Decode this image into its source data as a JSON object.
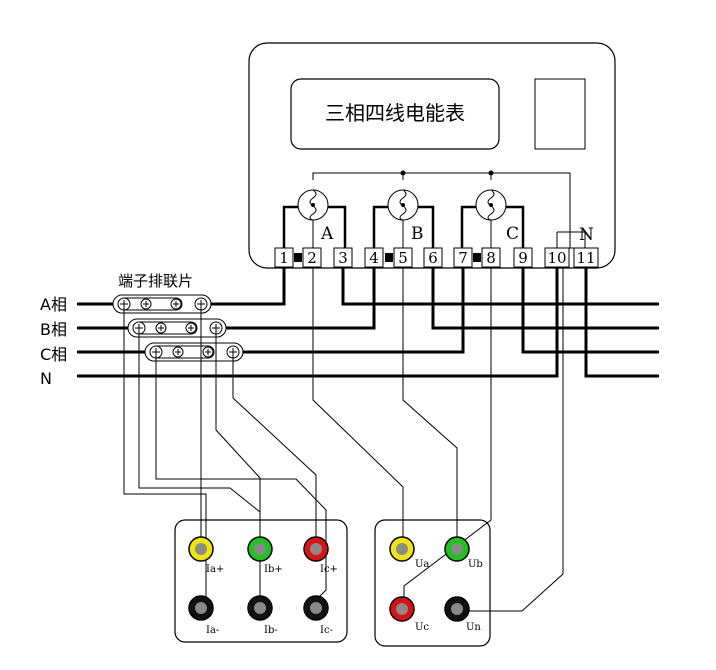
{
  "meter": {
    "title": "三相四线电能表"
  },
  "phase_marks": {
    "a": "A",
    "b": "B",
    "c": "C",
    "n": "N"
  },
  "terminals": [
    "1",
    "2",
    "3",
    "4",
    "5",
    "6",
    "7",
    "8",
    "9",
    "10",
    "11"
  ],
  "connector_label": "端子排联片",
  "lines": [
    "A相",
    "B相",
    "C相",
    "N"
  ],
  "current_box": {
    "top": [
      "Ia+",
      "Ib+",
      "Ic+"
    ],
    "bottom": [
      "Ia-",
      "Ib-",
      "Ic-"
    ]
  },
  "voltage_box": {
    "top": [
      "Ua",
      "Ub"
    ],
    "bottom": [
      "Uc",
      "Un"
    ]
  },
  "colors": {
    "yellow": "#f2e600",
    "green": "#19c619",
    "red": "#e01010",
    "black": "#111111",
    "gray": "#8a8a8a"
  }
}
